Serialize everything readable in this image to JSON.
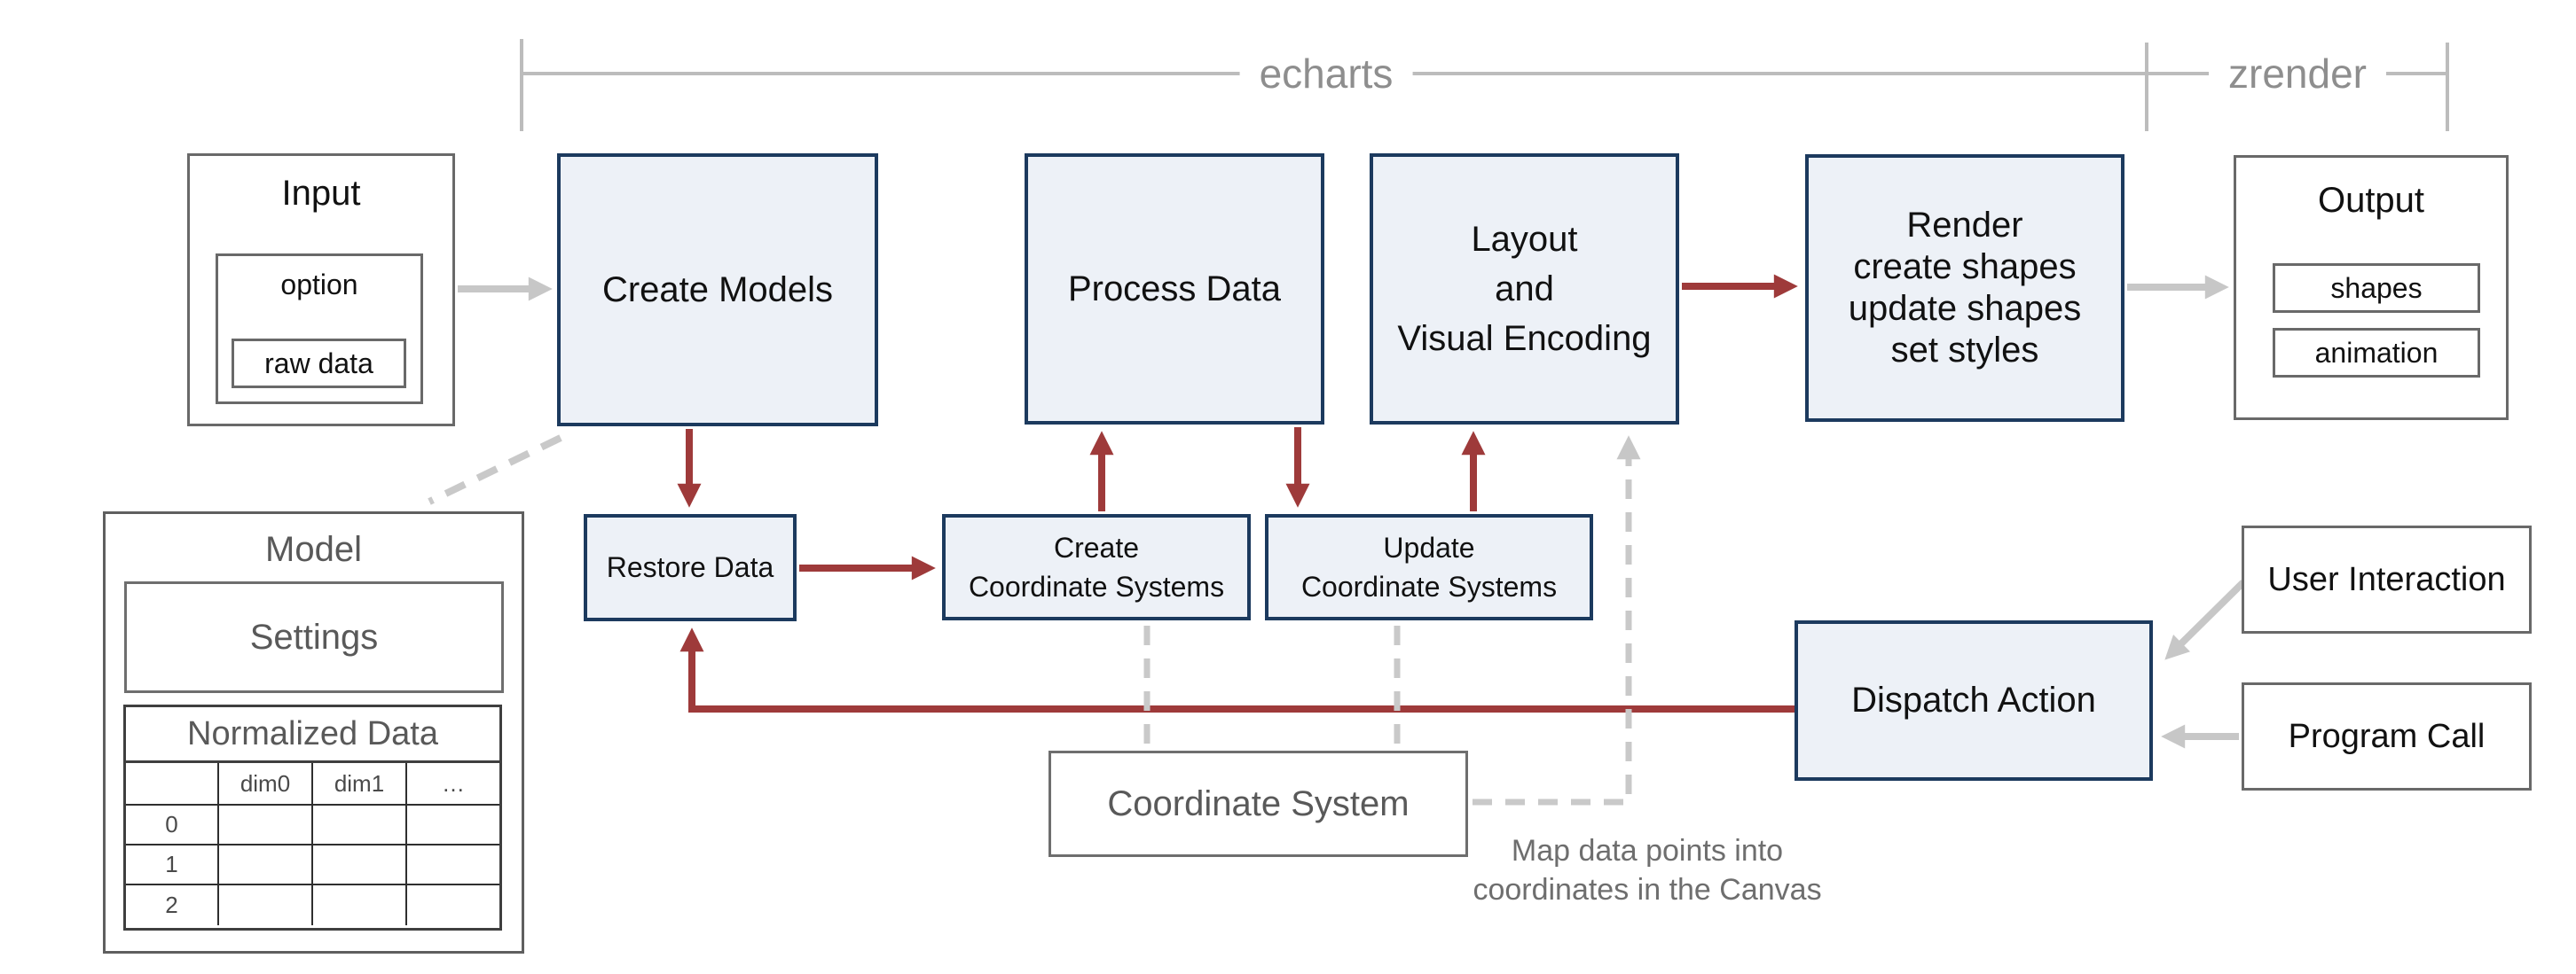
{
  "colors": {
    "accent_red": "#9e3a3a",
    "accent_navy": "#1c3a5e",
    "node_fill_blue": "#edf1f7",
    "line_gray": "#c7c7c7",
    "bracket_label_gray": "#8e8e8e"
  },
  "bracket": {
    "echarts": "echarts",
    "zrender": "zrender"
  },
  "nodes": {
    "input": {
      "title": "Input",
      "option": "option",
      "raw_data": "raw data"
    },
    "create_models": {
      "label": "Create Models"
    },
    "process_data": {
      "label": "Process Data"
    },
    "layout_visual_encoding": {
      "lines": [
        "Layout",
        "and",
        "Visual Encoding"
      ]
    },
    "render": {
      "lines": [
        "Render",
        "create shapes",
        "update shapes",
        "set styles"
      ]
    },
    "output": {
      "title": "Output",
      "shapes": "shapes",
      "animation": "animation"
    },
    "restore_data": {
      "label": "Restore Data"
    },
    "create_coordinate_systems": {
      "lines": [
        "Create",
        "Coordinate Systems"
      ]
    },
    "update_coordinate_systems": {
      "lines": [
        "Update",
        "Coordinate Systems"
      ]
    },
    "dispatch_action": {
      "label": "Dispatch Action"
    },
    "user_interaction": {
      "label": "User Interaction"
    },
    "program_call": {
      "label": "Program Call"
    },
    "coordinate_system": {
      "label": "Coordinate System"
    },
    "model": {
      "title": "Model",
      "settings": "Settings",
      "normalized_data": "Normalized Data",
      "table": {
        "headers": [
          "",
          "dim0",
          "dim1",
          "…"
        ],
        "row_labels": [
          "0",
          "1",
          "2"
        ]
      }
    }
  },
  "caption": {
    "lines": [
      "Map data points into",
      "coordinates in the Canvas"
    ]
  }
}
